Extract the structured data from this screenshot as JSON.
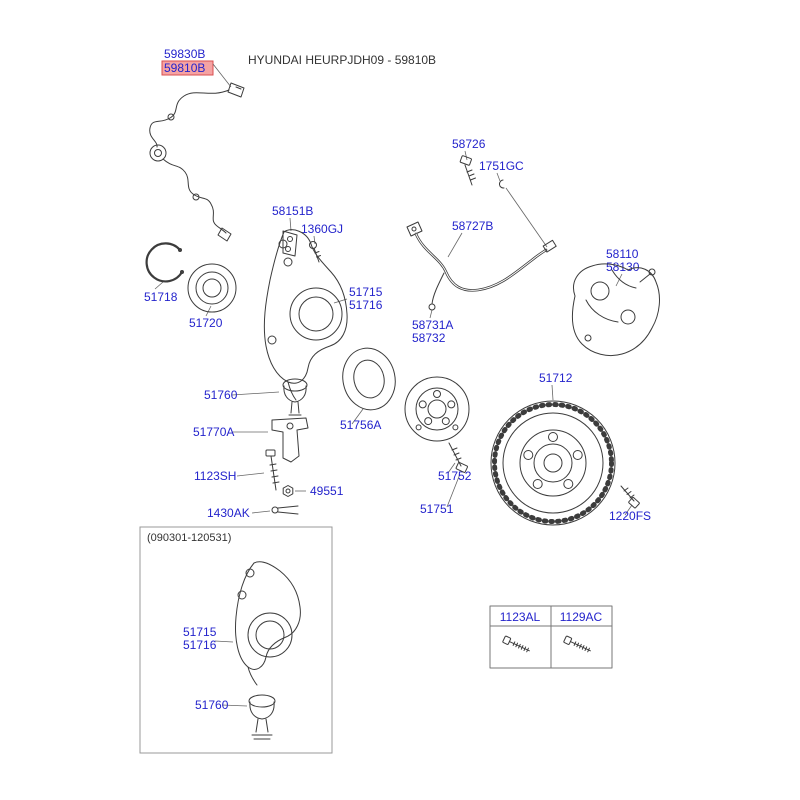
{
  "header": {
    "title": "HYUNDAI HEURPJDH09 - 59810B"
  },
  "colors": {
    "part_label": "#2424cc",
    "highlight_bg": "#f5a3a3",
    "highlight_border": "#d94f4f",
    "line": "#3c3c3c"
  },
  "part_labels": {
    "p59830B": "59830B",
    "p59810B": "59810B",
    "p58726": "58726",
    "p1751GC": "1751GC",
    "p58151B": "58151B",
    "p1360GJ": "1360GJ",
    "p58727B": "58727B",
    "p58110": "58110",
    "p58130": "58130",
    "p51715": "51715",
    "p51716": "51716",
    "p51718": "51718",
    "p51720": "51720",
    "p58731A": "58731A",
    "p58732": "58732",
    "p51712": "51712",
    "p51760": "51760",
    "p51770A": "51770A",
    "p51756A": "51756A",
    "p1123SH": "1123SH",
    "p49551": "49551",
    "p51752": "51752",
    "p1430AK": "1430AK",
    "p51751": "51751",
    "p1220FS": "1220FS"
  },
  "selected_part": "59810B",
  "inset": {
    "caption": "(090301-120531)",
    "p51715": "51715",
    "p51716": "51716",
    "p51760": "51760"
  },
  "hardware_table": {
    "columns": [
      "1123AL",
      "1129AC"
    ]
  }
}
